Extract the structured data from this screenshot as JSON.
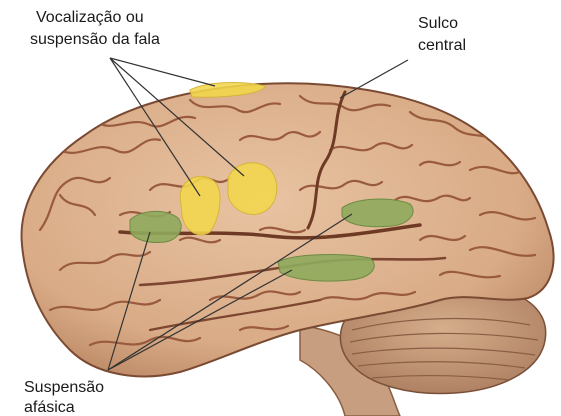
{
  "labels": {
    "vocalizacao_line1": "Vocalização ou",
    "vocalizacao_line2": "suspensão da fala",
    "sulco_line1": "Sulco",
    "sulco_line2": "central",
    "suspensao_line1": "Suspensão",
    "suspensao_line2": "afásica"
  },
  "colors": {
    "background": "#ffffff",
    "cortex": "#dcb08c",
    "sulci": "#9a5a3e",
    "cerebellum": "#c49a78",
    "brainstem": "#c79e80",
    "speech_arrest_areas": "#f2d64b",
    "aphasic_arrest_areas": "#8faa5c",
    "leader_lines": "#333333"
  }
}
